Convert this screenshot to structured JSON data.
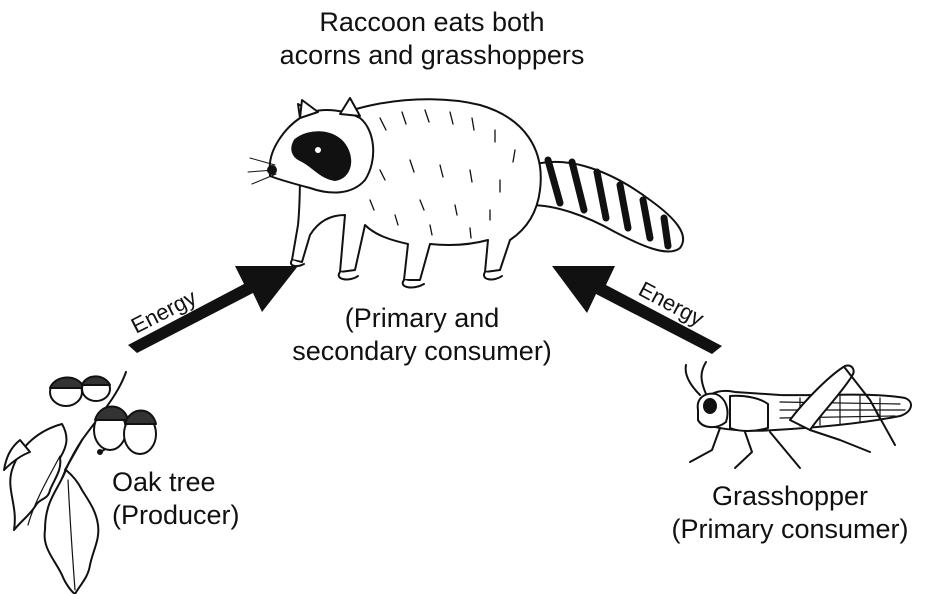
{
  "title_lines": [
    "Raccoon eats both",
    "acorns and grasshoppers"
  ],
  "raccoon_role_lines": [
    "(Primary and",
    "secondary consumer)"
  ],
  "oak": {
    "name": "Oak tree",
    "role": "(Producer)"
  },
  "grasshopper": {
    "name": "Grasshopper",
    "role": "(Primary consumer)"
  },
  "arrows": {
    "left_label": "Energy",
    "right_label": "Energy"
  }
}
